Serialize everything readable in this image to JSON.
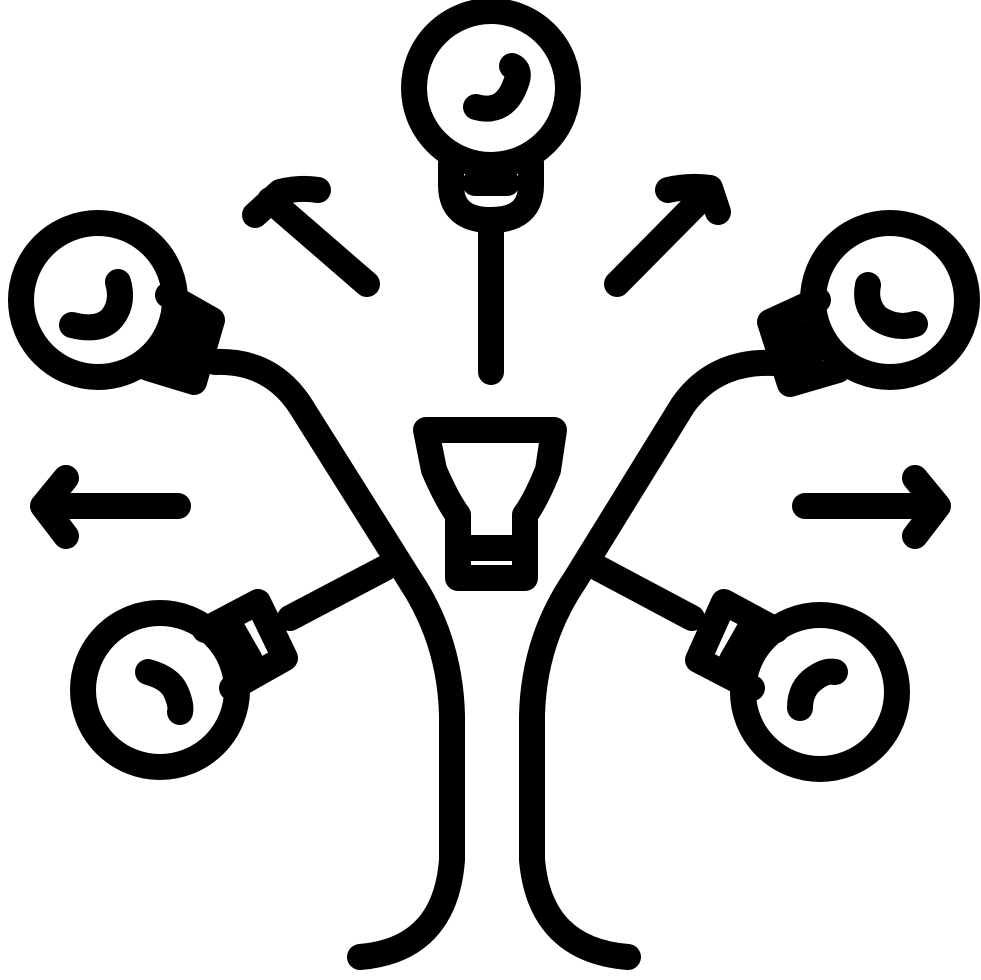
{
  "icon": {
    "name": "idea-tree-icon",
    "style": "line-art",
    "colors": {
      "stroke": "#000000",
      "background": "#ffffff"
    },
    "elements": [
      "trunk",
      "top-bulb",
      "upper-left-bulb",
      "upper-right-bulb",
      "lower-left-bulb",
      "lower-right-bulb",
      "center-bulb-base",
      "arrow-up-left",
      "arrow-up-right",
      "arrow-left",
      "arrow-right"
    ]
  }
}
